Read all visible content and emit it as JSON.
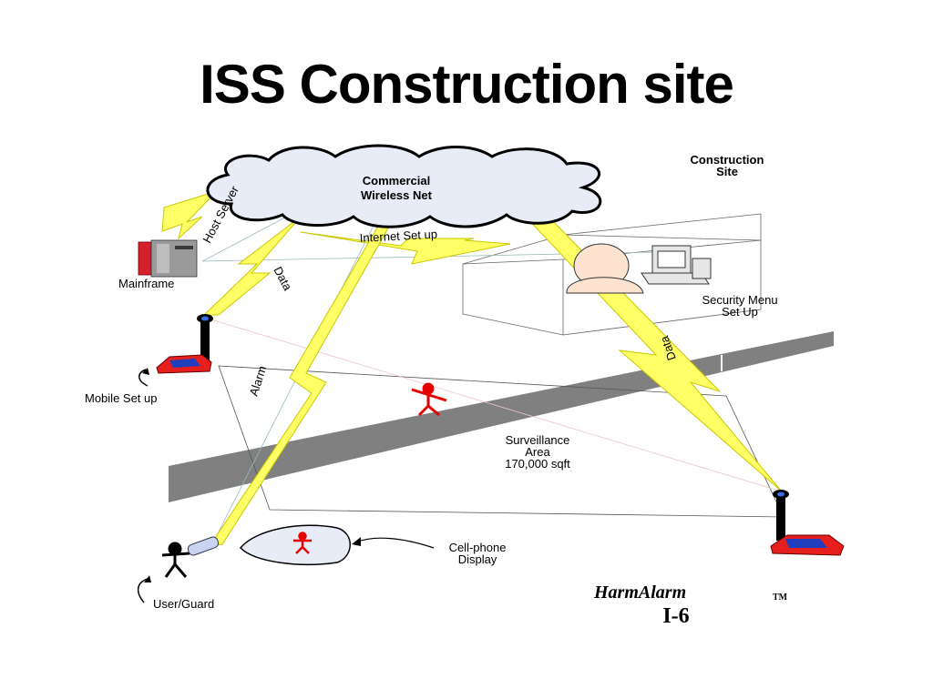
{
  "title": "ISS Construction site",
  "labels": {
    "cloud_line1": "Commercial",
    "cloud_line2": "Wireless Net",
    "host_server": "Host Server",
    "internet_setup": "Internet Set up",
    "construction_site_line1": "Construction",
    "construction_site_line2": "Site",
    "mainframe": "Mainframe",
    "data_left": "Data",
    "data_right": "Data",
    "security_menu_line1": "Security Menu",
    "security_menu_line2": "Set Up",
    "mobile_setup": "Mobile Set up",
    "alarm": "Alarm",
    "surveillance_line1": "Surveillance",
    "surveillance_line2": "Area",
    "surveillance_line3": "170,000 sqft",
    "cellphone_line1": "Cell-phone",
    "cellphone_line2": "Display",
    "user_guard": "User/Guard",
    "brand": "HarmAlarm",
    "trademark": "TM",
    "model": "I-6"
  },
  "colors": {
    "lightning": "#ffff66",
    "lightning_stroke": "#c8c800",
    "cloud_fill": "#e8ecf7",
    "road": "#808080",
    "vehicle_red": "#e61e1e",
    "vehicle_blue": "#1f3fbf",
    "person_red": "#e60000"
  }
}
